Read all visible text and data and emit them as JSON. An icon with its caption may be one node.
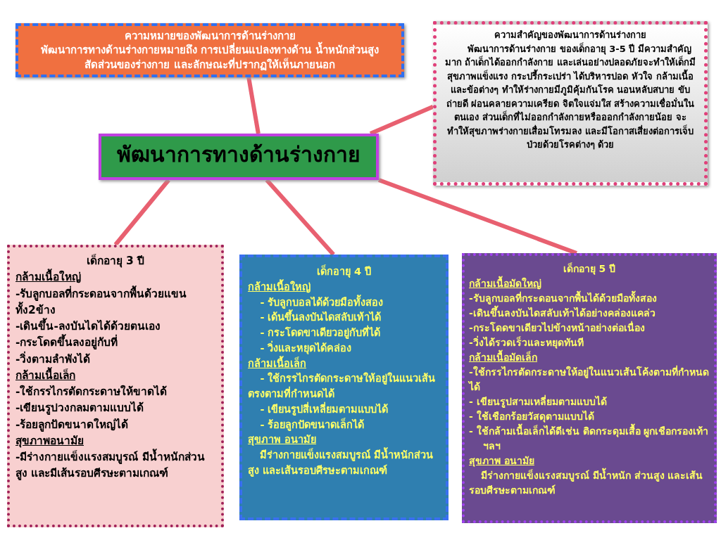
{
  "diagram": {
    "nodes": [
      {
        "text": [
          "พัฒนาการทางด้านร่างกาย"
        ]
      },
      {
        "text": [
          "ความหมายของพัฒนาการด้านร่างกาย",
          "พัฒนาการทางด้านร่างกายหมายถึง การเปลี่ยนแปลงทางด้าน น้ำหนักส่วนสูง สัดส่วนของร่างกาย และลักษณะที่ปรากฏให้เห็นภายนอก"
        ]
      },
      {
        "text": [
          "ความสำคัญของพัฒนาการด้านร่างกาย",
          "พัฒนาการด้านร่างกาย ของเด็กอายุ 3-5 ปี มีความสำคัญมาก ถ้าเด็กได้ออกกำลังกาย และเล่นอย่างปลอดภัยจะทำให้เด็กมีสุขภาพแข็งแรง กระปรี้กระเปร่า ได้บริหารปอด หัวใจ กล้ามเนื้อ และข้อต่างๆ ทำให้ร่างกายมีภูมิคุ้มกันโรค นอนหลับสบาย ขับถ่ายดี ผ่อนคลายความเครียด จิตใจแจ่มใส สร้างความเชื่อมั่นในตนเอง ส่วนเด็กที่ไม่ออกกำลังกายหรือออกกำลังกายน้อย จะทำให้สุขภาพร่างกายเสื่อมโทรมลง และมีโอกาสเสี่ยงต่อการเจ็บป่วยด้วยโรคต่างๆ ด้วย"
        ]
      },
      {
        "text": [
          "เด็กอายุ 3 ปี",
          "กล้ามเนื้อใหญ่",
          "-รับลูกบอลที่กระดอนจากพื้นด้วยแขนทั้ง2ข้าง",
          "-เดินขึ้น-ลงบันไดได้ด้วยตนเอง",
          "-กระโดดขึ้นลงอยู่กับที่",
          "-วิ่งตามลำพังได้",
          "กล้ามเนื้อเล็ก",
          "-ใช้กรรไกรตัดกระดาษให้ขาดได้",
          "-เขียนรูปวงกลมตามแบบได้",
          "-ร้อยลูกปัดขนาดใหญ่ได้",
          "สุขภาพอนามัย",
          "-มีร่างกายแข็งแรงสมบูรณ์ มีน้ำหนักส่วนสูง และมีเส้นรอบศีรษะตามเกณฑ์"
        ]
      },
      {
        "text": [
          "เด็กอายุ 4 ปี",
          "กล้ามเนื้อใหญ่",
          "- รับลูกบอลได้ด้วยมือทั้งสอง",
          "- เด้นขึ้นลงบันไดสลับเท้าได้",
          "- กระโดดขาเดียวอยู่กับที่ได้",
          "- วิ่งและหยุดได้คล่อง",
          "กล้ามเนื้อเล็ก",
          "- ใช้กรรไกรตัดกระดาษให้อยู่ในแนวเส้นตรงตามที่กำหนดได้",
          "- เขียนรูปสี่เหลี่ยมตามแบบได้",
          "- ร้อยลูกปัดขนาดเล็กได้",
          "สุขภาพ อนามัย",
          "มีร่างกายแข็งแรงสมบูรณ์ มีน้ำหนักส่วนสูง และเส้นรอบศีรษะตามเกณฑ์"
        ]
      },
      {
        "text": [
          "เด็กอายุ 5 ปี",
          "กล้ามเนื้อมัดใหญ่",
          "-รับลูกบอลที่กระดอนจากพื้นได้ด้วยมือทั้งสอง",
          "-เดินขึ้นลงบันไดสลับเท้าได้อย่างคล่องแคล่ว",
          "-กระโดดขาเดียวไปข้างหน้าอย่างต่อเนื่อง",
          "-วิ่งได้รวดเร็วและหยุดทันที",
          "กล้ามเนื้อมัดเล็ก",
          "-ใช้กรรไกรตัดกระดาษให้อยู่ในแนวเส้นโค้งตามที่กำหนดได้",
          "- เขียนรูปสามเหลี่ยมตามแบบได้",
          "- ใช้เชือกร้อยวัสดุตามแบบได้",
          "- ใช้กล้ามเนื้อเล็กได้ดีเช่น ติดกระดุมเสื้อ ผูกเชือกรองเท้าฯลฯ",
          "สุขภาพ อนามัย",
          "มีร่างกายแข็งแรงสมบูรณ์ มีน้ำหนัก ส่วนสูง และเส้นรอบศีรษะตามเกณฑ์"
        ]
      }
    ],
    "edges": [
      {
        "from": 0,
        "to": 1,
        "arrow": "none"
      },
      {
        "from": 0,
        "to": 2,
        "arrow": "none"
      },
      {
        "from": 0,
        "to": 3,
        "arrow": "none"
      },
      {
        "from": 0,
        "to": 4,
        "arrow": "none"
      },
      {
        "from": 0,
        "to": 5,
        "arrow": "none"
      }
    ]
  }
}
